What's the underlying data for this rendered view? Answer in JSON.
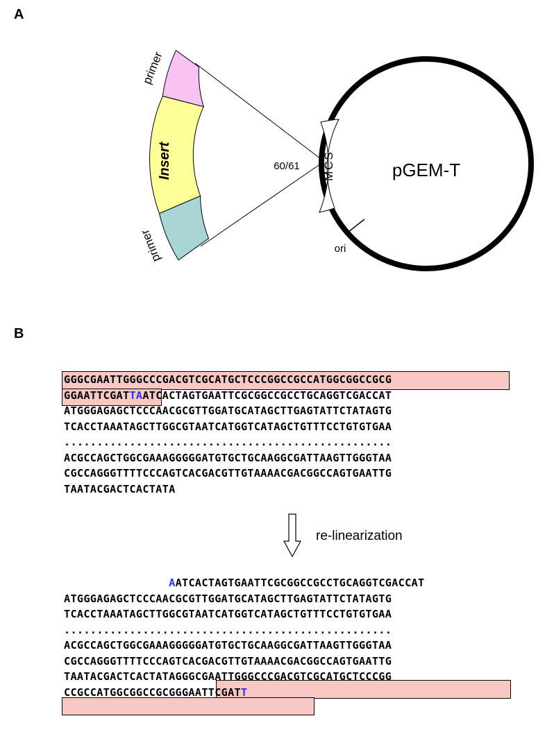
{
  "panels": {
    "a": "A",
    "b": "B"
  },
  "diagram": {
    "primer_top": "primer",
    "insert": "Insert",
    "primer_bottom": "primer",
    "site": "60/61",
    "mcs": "MCS",
    "plasmid": "pGEM-T",
    "ori": "ori"
  },
  "colors": {
    "primer_top": "#f7c3f2",
    "insert": "#ffff99",
    "primer_bottom": "#a8d5d6",
    "highlight": "#f8c8c4",
    "blue_base": "#2a36d8"
  },
  "seq_before": {
    "line1": "GGGCGAATTGGGCCCGACGTCGCATGCTCCCGGCCGCCATGGCGGCCGCG",
    "line2_hl": "GGAATTCGAT",
    "line2_t": "T",
    "line2_a": "A",
    "line2_rest": "ATCACTAGTGAATTCGCGGCCGCCTGCAGGTCGACCAT",
    "line3": "ATGGGAGAGCTCCCAACGCGTTGGATGCATAGCTTGAGTATTCTATAGTG",
    "line4": "TCACCTAAATAGCTTGGCGTAATCATGGTCATAGCTGTTTCCTGTGTGAA",
    "dots": "..................................................",
    "line5": "ACGCCAGCTGGCGAAAGGGGGATGTGCTGCAAGGCGATTAAGTTGGGTAA",
    "line6": "CGCCAGGGTTTTCCCAGTCACGACGTTGTAAAACGACGGCCAGTGAATTG",
    "line7": "TAATACGACTCACTATA"
  },
  "step": "re-linearization",
  "seq_after": {
    "line1_a": "A",
    "line1_rest": "ATCACTAGTGAATTCGCGGCCGCCTGCAGGTCGACCAT",
    "line2": "ATGGGAGAGCTCCCAACGCGTTGGATGCATAGCTTGAGTATTCTATAGTG",
    "line3": "TCACCTAAATAGCTTGGCGTAATCATGGTCATAGCTGTTTCCTGTGTGAA",
    "dots": "..................................................",
    "line4": "ACGCCAGCTGGCGAAAGGGGGATGTGCTGCAAGGCGATTAAGTTGGGTAA",
    "line5": "CGCCAGGGTTTTCCCAGTCACGACGTTGTAAAACGACGGCCAGTGAATTG",
    "line6_plain": "TAATACGACTCACTATA",
    "line6_hl": "GGGCGAATTGGGCCCGACGTCGCATGCTCCCGG",
    "line7_hl": "CCGCCATGGCGGCCGCGGGAATTCGAT",
    "line7_t": "T"
  }
}
